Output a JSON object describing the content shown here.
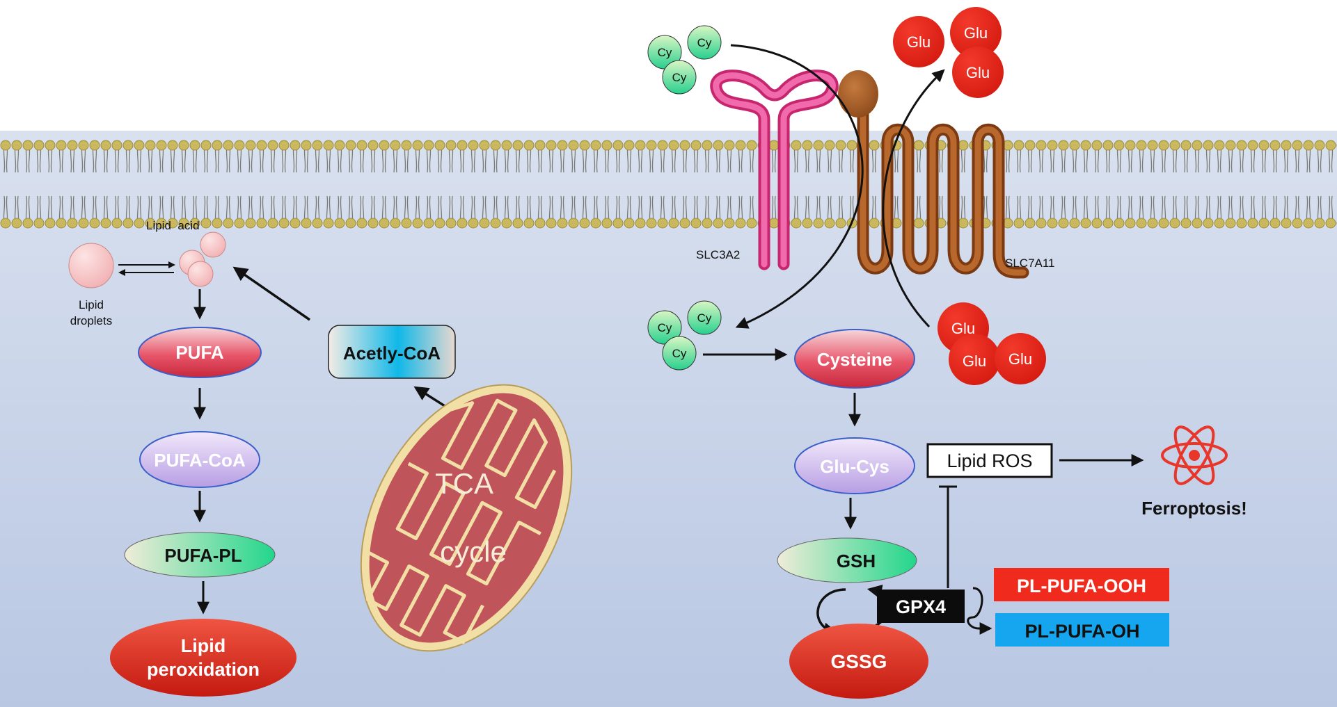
{
  "lipid_module": {
    "lipid_acid": "Lipid  acid",
    "lipid_droplets_line1": "Lipid",
    "lipid_droplets_line2": "droplets",
    "pufa": "PUFA",
    "pufa_coa": "PUFA-CoA",
    "pufa_pl": "PUFA-PL",
    "lipid_peroxidation_line1": "Lipid",
    "lipid_peroxidation_line2": "peroxidation",
    "acetyl_coa": "Acetly-CoA",
    "tca_line1": "TCA",
    "tca_line2": "cycle"
  },
  "transport_module": {
    "cystine_label": "Cy",
    "glutamate_label": "Glu",
    "slc3a2": "SLC3A2",
    "slc7a11": "SLC7A11"
  },
  "gsh_module": {
    "cysteine": "Cysteine",
    "glu_cys": "Glu-Cys",
    "gsh": "GSH",
    "gssg": "GSSG",
    "gpx4": "GPX4",
    "lipid_ros": "Lipid ROS",
    "ferroptosis": "Ferroptosis!",
    "pl_pufa_ooh": "PL-PUFA-OOH",
    "pl_pufa_oh": "PL-PUFA-OH"
  },
  "colors": {
    "cytoplasm_top": "#d3dcec",
    "cytoplasm_bottom": "#b8c6e2",
    "lipid_head": "#c8b55a",
    "pink_red": "#e8566a",
    "lavender": "#c9b5ea",
    "green": "#2fd48a",
    "red": "#d42b1e",
    "cyan": "#10b8e8",
    "slc3a2": "#e83e96",
    "slc7a11": "#a0521c",
    "mito": "#c0545b",
    "ooh_box": "#f02a1c",
    "oh_box": "#16a6f0"
  }
}
